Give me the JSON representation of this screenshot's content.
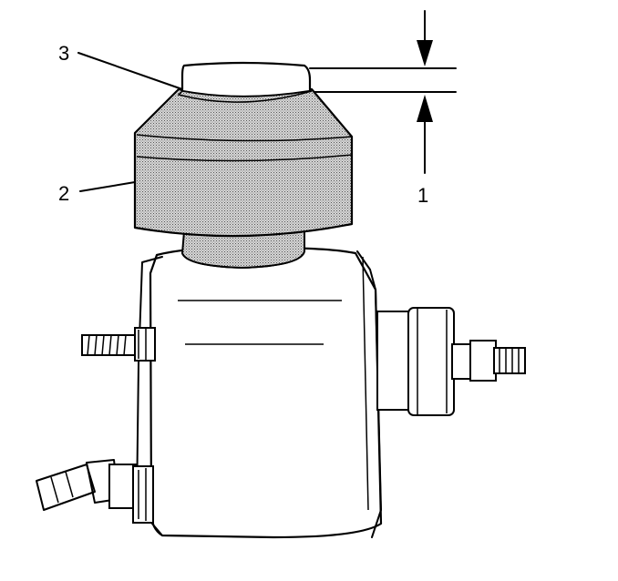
{
  "diagram": {
    "callouts": [
      {
        "id": "1",
        "label": "1"
      },
      {
        "id": "2",
        "label": "2"
      },
      {
        "id": "3",
        "label": "3"
      }
    ],
    "colors": {
      "line": "#000000",
      "background": "#ffffff",
      "stipple": "#8c8c8c"
    }
  }
}
